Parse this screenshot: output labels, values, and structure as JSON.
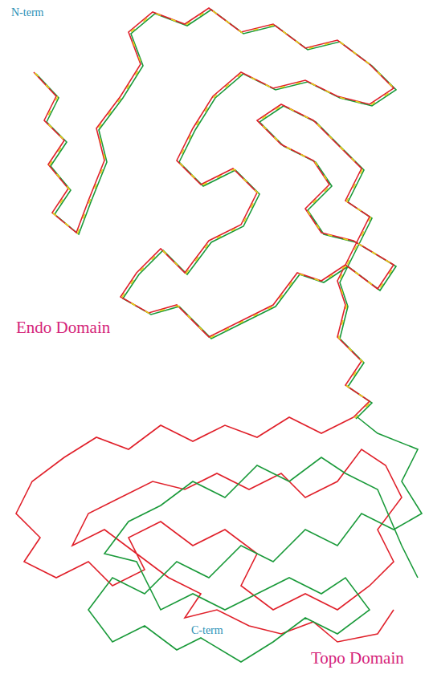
{
  "diagram": {
    "labels": [
      "N-term",
      "Endo Domain",
      "Topo Domain",
      "C-term"
    ]
  }
}
